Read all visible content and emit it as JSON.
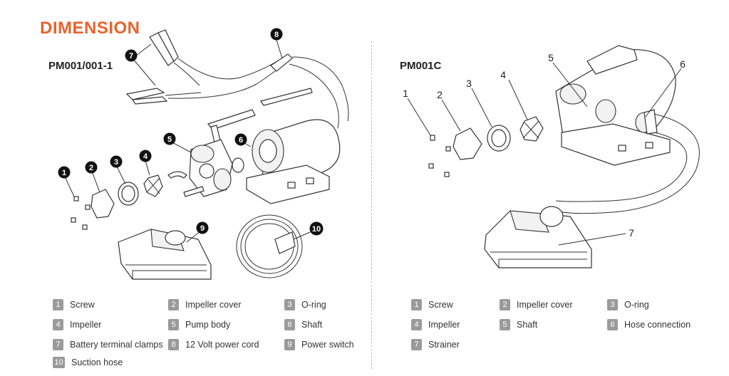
{
  "title": "DIMENSION",
  "left": {
    "model": "PM001/001-1",
    "callouts": [
      "1",
      "2",
      "3",
      "4",
      "5",
      "6",
      "7",
      "8",
      "9",
      "10"
    ],
    "legend": [
      {
        "num": "1",
        "label": "Screw"
      },
      {
        "num": "2",
        "label": "Impeller cover"
      },
      {
        "num": "3",
        "label": "O-ring"
      },
      {
        "num": "4",
        "label": "Impeller"
      },
      {
        "num": "5",
        "label": "Pump body"
      },
      {
        "num": "6",
        "label": "Shaft"
      },
      {
        "num": "7",
        "label": "Battery terminal clamps"
      },
      {
        "num": "8",
        "label": "12 Volt power cord"
      },
      {
        "num": "9",
        "label": "Power switch"
      },
      {
        "num": "10",
        "label": "Suction hose"
      }
    ]
  },
  "right": {
    "model": "PM001C",
    "callouts": [
      "1",
      "2",
      "3",
      "4",
      "5",
      "6",
      "7"
    ],
    "legend": [
      {
        "num": "1",
        "label": "Screw"
      },
      {
        "num": "2",
        "label": "Impeller cover"
      },
      {
        "num": "3",
        "label": "O-ring"
      },
      {
        "num": "4",
        "label": "Impeller"
      },
      {
        "num": "5",
        "label": "Shaft"
      },
      {
        "num": "6",
        "label": "Hose connection"
      },
      {
        "num": "7",
        "label": "Strainer"
      }
    ]
  }
}
